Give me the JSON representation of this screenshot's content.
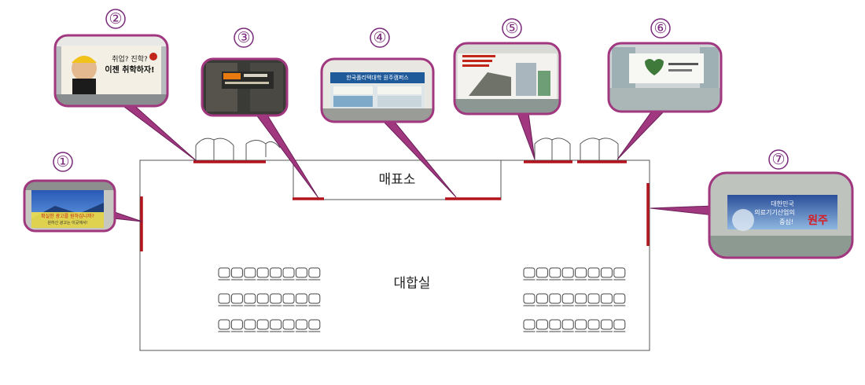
{
  "labels": {
    "ticket_office": "매표소",
    "waiting_room": "대합실"
  },
  "colors": {
    "callout_border": "#a0377f",
    "number_color": "#7a2a7a",
    "ad_marker": "#b3141e",
    "outline": "#555555"
  },
  "callouts": [
    {
      "number": "①",
      "photo_text": [
        "확실한 광고를 원하십니까?",
        "원하신 광고는 이곳에서!"
      ]
    },
    {
      "number": "②",
      "photo_text": [
        "취업? 진학?",
        "이젠 취학하자!"
      ]
    },
    {
      "number": "③",
      "photo_text": [
        "",
        ""
      ]
    },
    {
      "number": "④",
      "photo_text": [
        "한국폴리텍대학 원주캠퍼스",
        ""
      ]
    },
    {
      "number": "⑤",
      "photo_text": [
        "",
        ""
      ]
    },
    {
      "number": "⑥",
      "photo_text": [
        "",
        ""
      ]
    },
    {
      "number": "⑦",
      "photo_text": [
        "대한민국",
        "의료기기산업의",
        "중심!",
        "원주"
      ]
    }
  ]
}
